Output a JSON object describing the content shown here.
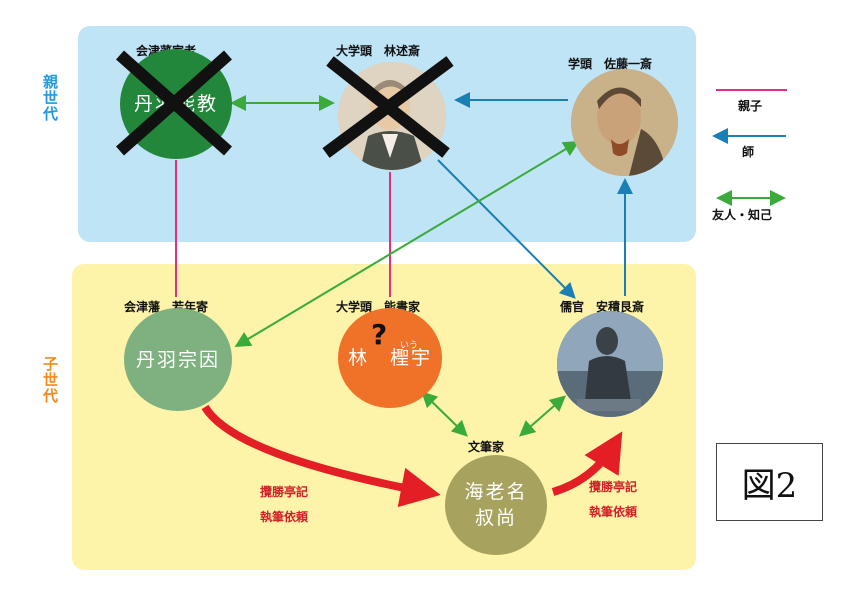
{
  "generations": {
    "parent": "親世代",
    "child": "子世代"
  },
  "people": {
    "niwa_noritoshi": {
      "title": "会津藩家老",
      "name": "丹羽能教"
    },
    "hayashi_jussai": {
      "title": "大学頭　林述斎",
      "name": ""
    },
    "sato_issai": {
      "title": "学頭　佐藤一斎",
      "name": ""
    },
    "niwa_muneyori": {
      "title": "会津藩　若年寄",
      "name": "丹羽宗因"
    },
    "hayashi_iu": {
      "title": "大学頭　能書家",
      "name": "林　檉宇",
      "ruby": "いう",
      "mark": "?"
    },
    "asaka_gonsai": {
      "title": "儒官　安積艮斎",
      "name": ""
    },
    "ebina": {
      "title": "文筆家",
      "name_line1": "海老名",
      "name_line2": "叔尚"
    }
  },
  "annotations": {
    "left_line1": "攬勝亭記",
    "left_line2": "執筆依頼",
    "right_line1": "攬勝亭記",
    "right_line2": "執筆依頼"
  },
  "legend": {
    "parent_child": "親子",
    "teacher": "師",
    "friend": "友人・知己"
  },
  "figure_label": "図2",
  "colors": {
    "parent_child": "#e0307f",
    "teacher": "#1a7fb4",
    "friend": "#3aab3a",
    "commission": "#e31e25",
    "parent_panel": "#bfe4f6",
    "child_panel": "#fdf4a9"
  }
}
